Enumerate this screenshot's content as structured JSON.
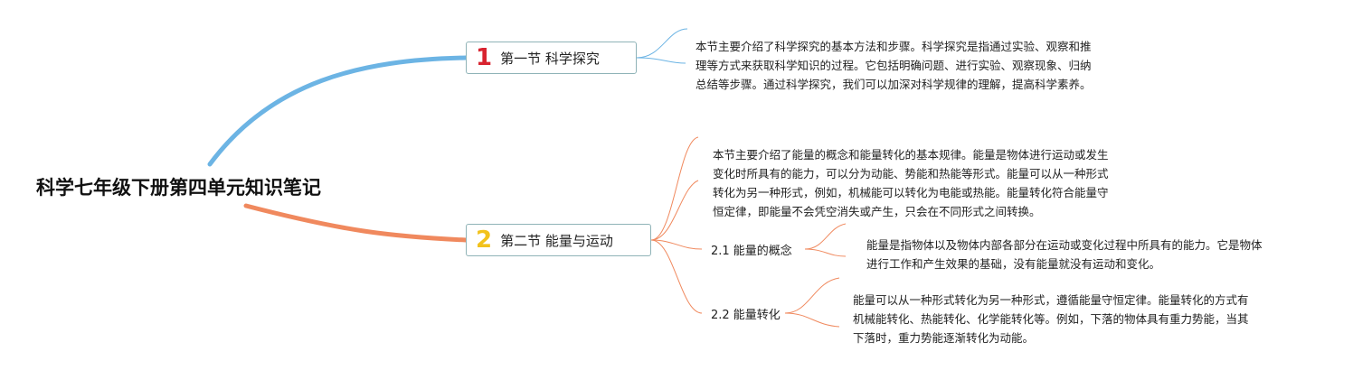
{
  "root": {
    "title": "科学七年级下册第四单元知识笔记"
  },
  "branches": [
    {
      "number": "1",
      "title": "第一节 科学探究",
      "color": "#6cb4e4",
      "note": [
        "本节主要介绍了科学探究的基本方法和步骤。科学探究是指通过实验、观察和推",
        "理等方式来获取科学知识的过程。它包括明确问题、进行实验、观察现象、归纳",
        "总结等步骤。通过科学探究，我们可以加深对科学规律的理解，提高科学素养。"
      ]
    },
    {
      "number": "2",
      "title": "第二节 能量与运动",
      "color": "#f0895e",
      "note": [
        "本节主要介绍了能量的概念和能量转化的基本规律。能量是物体进行运动或发生",
        "变化时所具有的能力，可以分为动能、势能和热能等形式。能量可以从一种形式",
        "转化为另一种形式，例如，机械能可以转化为电能或热能。能量转化符合能量守",
        "恒定律，即能量不会凭空消失或产生，只会在不同形式之间转换。"
      ],
      "subs": [
        {
          "title": "2.1 能量的概念",
          "note": [
            "能量是指物体以及物体内部各部分在运动或变化过程中所具有的能力。它是物体",
            "进行工作和产生效果的基础，没有能量就没有运动和变化。"
          ]
        },
        {
          "title": "2.2 能量转化",
          "note": [
            "能量可以从一种形式转化为另一种形式，遵循能量守恒定律。能量转化的方式有",
            "机械能转化、热能转化、化学能转化等。例如，下落的物体具有重力势能，当其",
            "下落时，重力势能逐渐转化为动能。"
          ]
        }
      ]
    }
  ]
}
